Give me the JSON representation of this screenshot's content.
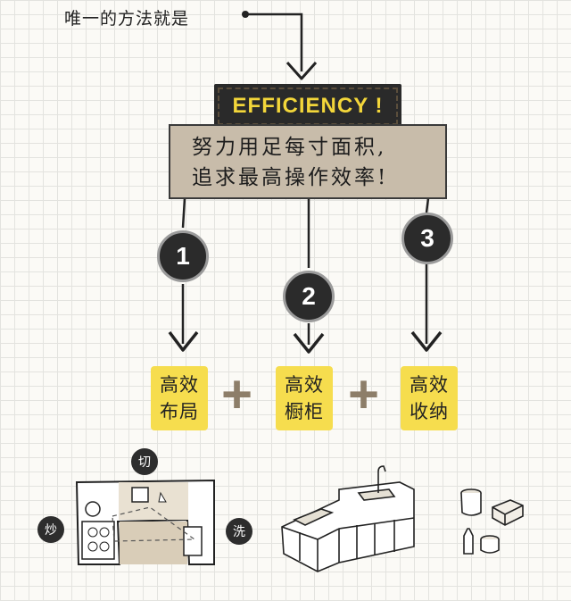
{
  "intro": "唯一的方法就是",
  "banner": "EFFICIENCY !",
  "slogan": {
    "line1": "努力用足每寸面积,",
    "line2": "追求最高操作效率!"
  },
  "steps": [
    {
      "number": "1",
      "line1": "高效",
      "line2": "布局"
    },
    {
      "number": "2",
      "line1": "高效",
      "line2": "橱柜"
    },
    {
      "number": "3",
      "line1": "高效",
      "line2": "收纳"
    }
  ],
  "plus_symbol": "+",
  "layout_labels": {
    "cut": "切",
    "fry": "炒",
    "wash": "洗"
  },
  "colors": {
    "banner_bg": "#2a2a2a",
    "banner_text": "#f3d63a",
    "slogan_bg": "#c8bcaa",
    "card_bg": "#f6dd4e",
    "plus": "#8d7e69",
    "circle": "#2b2b2b"
  }
}
